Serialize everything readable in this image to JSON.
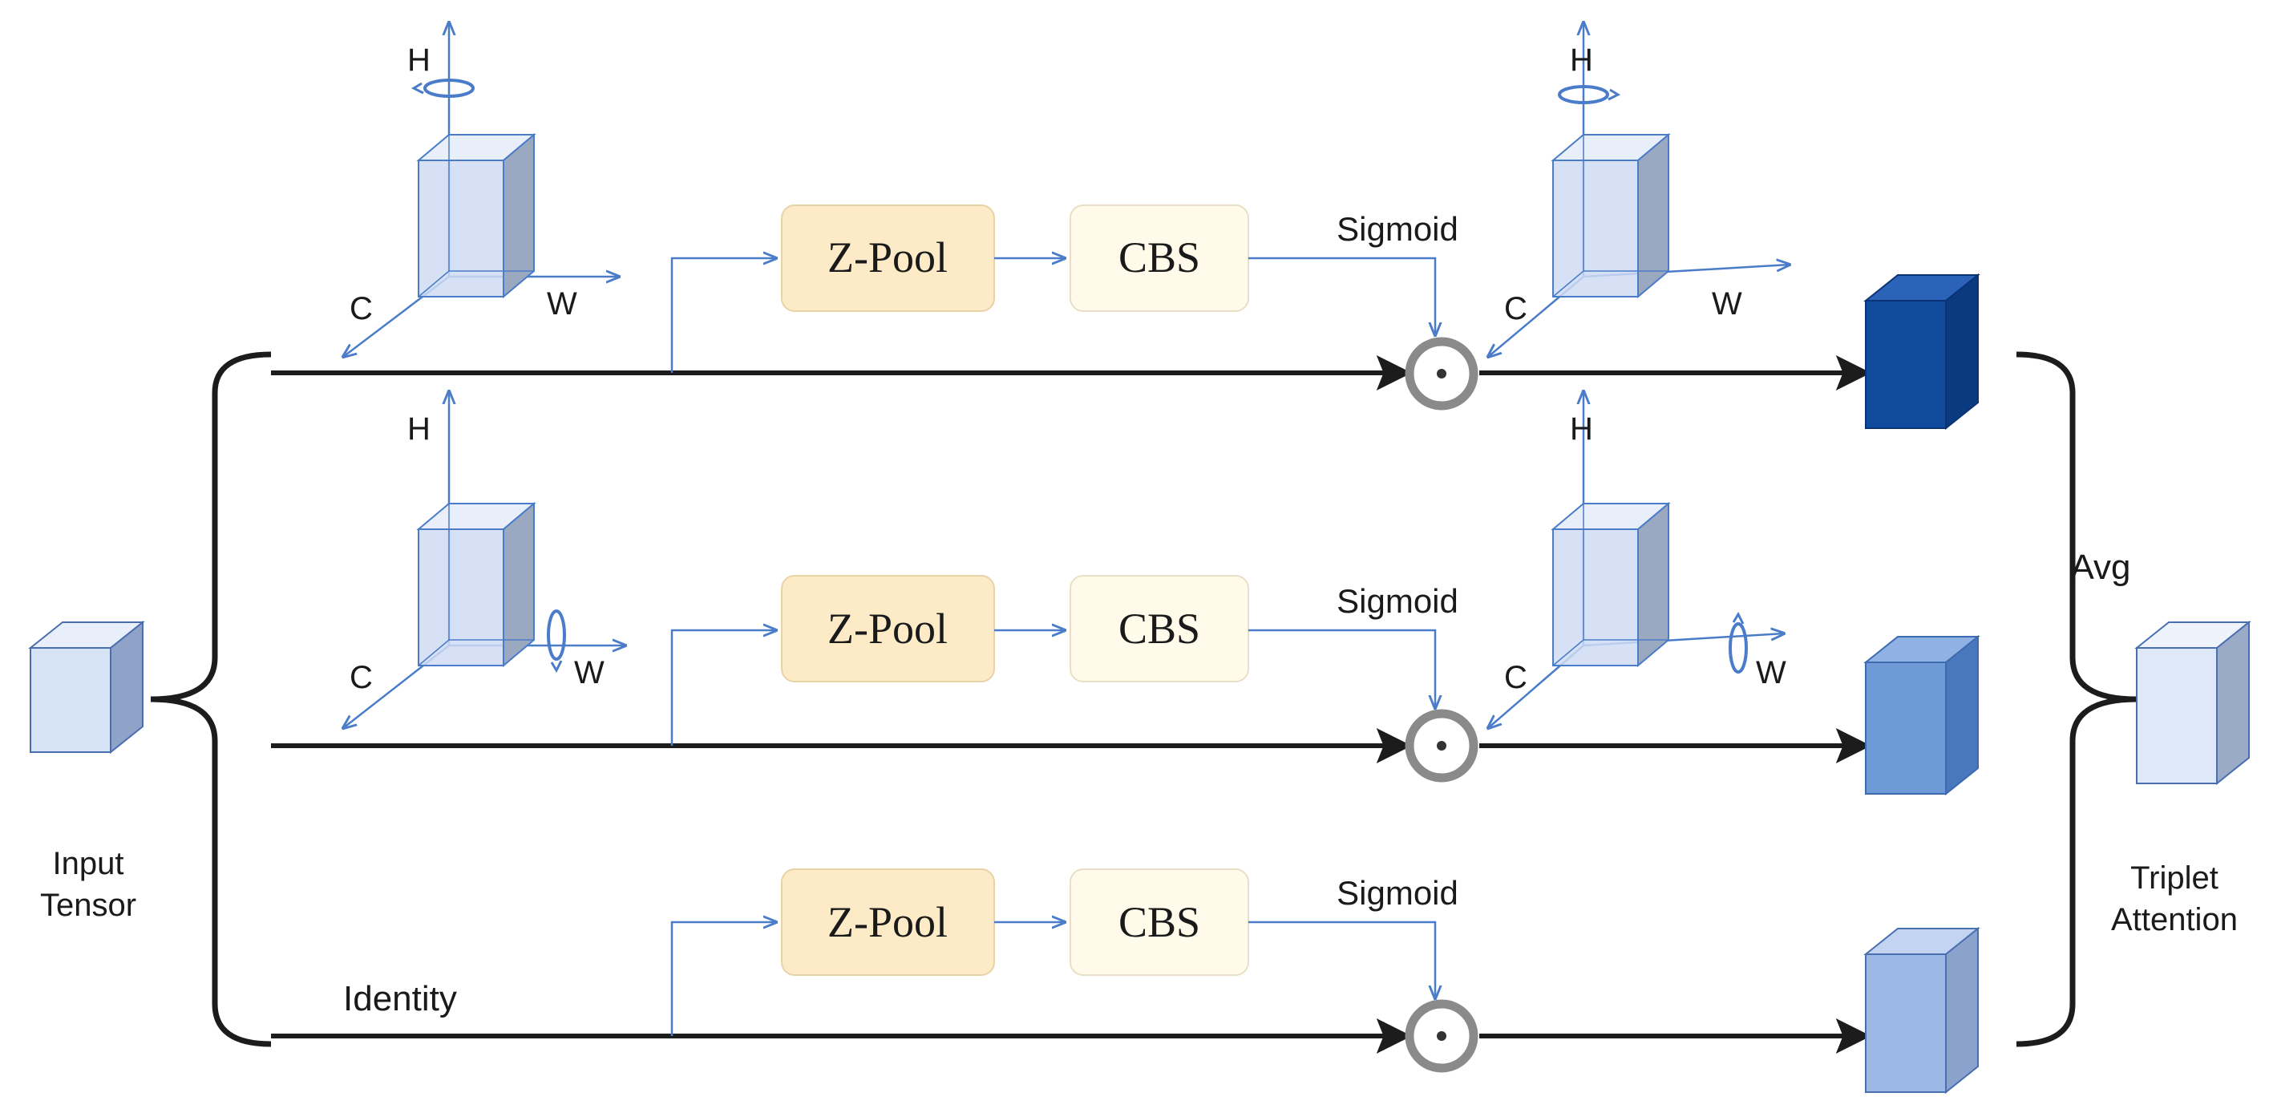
{
  "input": {
    "label_line1": "Input",
    "label_line2": "Tensor"
  },
  "output": {
    "label_line1": "Triplet",
    "label_line2": "Attention",
    "avg_label": "Avg"
  },
  "axes": {
    "h": "H",
    "w": "W",
    "c": "C"
  },
  "branches": [
    {
      "zpool_label": "Z-Pool",
      "cbs_label": "CBS",
      "gate_label": "Sigmoid",
      "op_symbol": "⊙"
    },
    {
      "zpool_label": "Z-Pool",
      "cbs_label": "CBS",
      "gate_label": "Sigmoid",
      "op_symbol": "⊙"
    },
    {
      "zpool_label": "Z-Pool",
      "cbs_label": "CBS",
      "gate_label": "Sigmoid",
      "op_symbol": "⊙",
      "path_label": "Identity"
    }
  ],
  "colors": {
    "line": "#1c1c1c",
    "axis": "#4a7cc9",
    "zpool_fill": "#fdebc8",
    "zpool_stroke": "#e8d3a6",
    "cbs_fill": "#fffaea",
    "cbs_stroke": "#e8dfc6",
    "circle": "#8a8a8a",
    "out1": "#0f4a9c",
    "out2": "#6e9ad8",
    "out3": "#9cb9e6",
    "cube_light": "#dbe6f7"
  }
}
